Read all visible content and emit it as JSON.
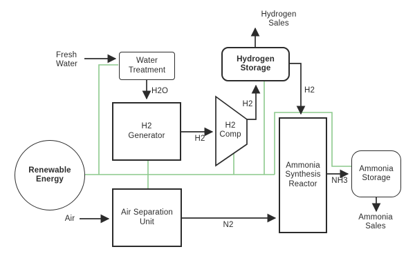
{
  "diagram": {
    "colors": {
      "line": "#2b2b2b",
      "energy_line": "#8cc98c",
      "background": "#ffffff"
    },
    "nodes": {
      "renewable_energy": {
        "label": "Renewable\nEnergy"
      },
      "water_treatment": {
        "label": "Water\nTreatment"
      },
      "h2_generator": {
        "label": "H2\nGenerator"
      },
      "air_separation": {
        "label": "Air Separation\nUnit"
      },
      "h2_comp": {
        "label": "H2\nComp"
      },
      "hydrogen_storage": {
        "label": "Hydrogen\nStorage"
      },
      "ammonia_reactor": {
        "label": "Ammonia\nSynthesis\nReactor"
      },
      "ammonia_storage": {
        "label": "Ammonia\nStorage"
      }
    },
    "labels": {
      "fresh_water": "Fresh\nWater",
      "h2o": "H2O",
      "h2_gen_to_comp": "H2",
      "h2_comp_to_storage": "H2",
      "h2_storage_to_reactor": "H2",
      "hydrogen_sales": "Hydrogen\nSales",
      "air": "Air",
      "n2": "N2",
      "nh3": "NH3",
      "ammonia_sales": "Ammonia\nSales"
    }
  }
}
